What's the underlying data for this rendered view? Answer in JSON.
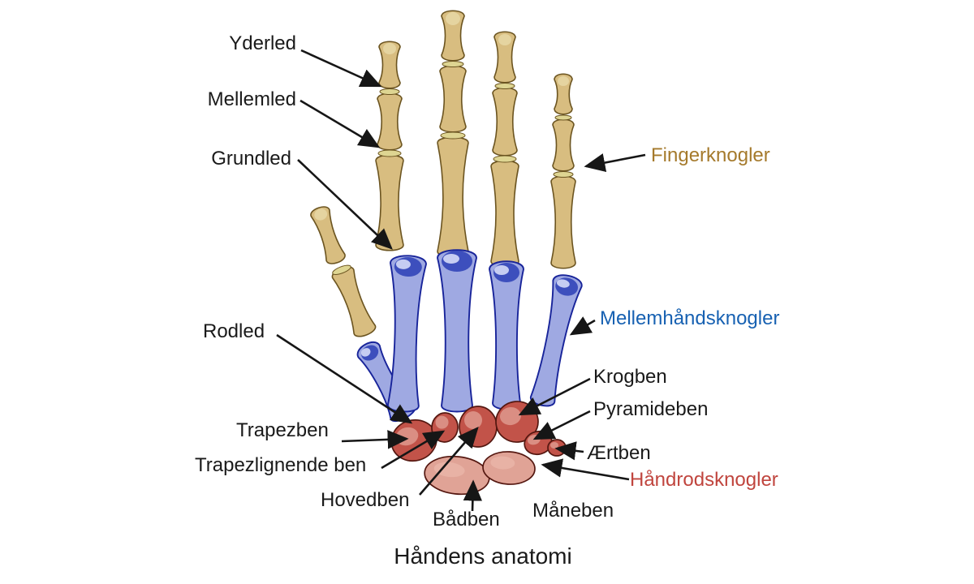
{
  "title": "Håndens anatomi",
  "labels": {
    "yderled": "Yderled",
    "mellemled": "Mellemled",
    "grundled": "Grundled",
    "fingerknogler": "Fingerknogler",
    "mellemhaandsknogler": "Mellemhåndsknogler",
    "rodled": "Rodled",
    "krogben": "Krogben",
    "pyramideben": "Pyramideben",
    "trapezben": "Trapezben",
    "trapezlignende_ben": "Trapezlignende ben",
    "aertben": "Ærtben",
    "haandrodsknogler": "Håndrodsknogler",
    "hovedben": "Hovedben",
    "baadben": "Bådben",
    "maaneben": "Måneben"
  },
  "colors": {
    "background": "#ffffff",
    "label-black": "#1a1a1a",
    "label-tan": "#a57a2c",
    "label-blue": "#1761b2",
    "label-red": "#c0453e",
    "bone-tan": "#d8bd80",
    "bone-tan-light": "#efe3b6",
    "bone-tan-outline": "#6b5420",
    "meta-blue": "#9fa9e2",
    "meta-blue-deep": "#2438b4",
    "meta-blue-outline": "#18249a",
    "carpal-red": "#c25349",
    "carpal-salmon": "#e0a396",
    "carpal-outline": "#541710",
    "arrow-black": "#161616"
  }
}
